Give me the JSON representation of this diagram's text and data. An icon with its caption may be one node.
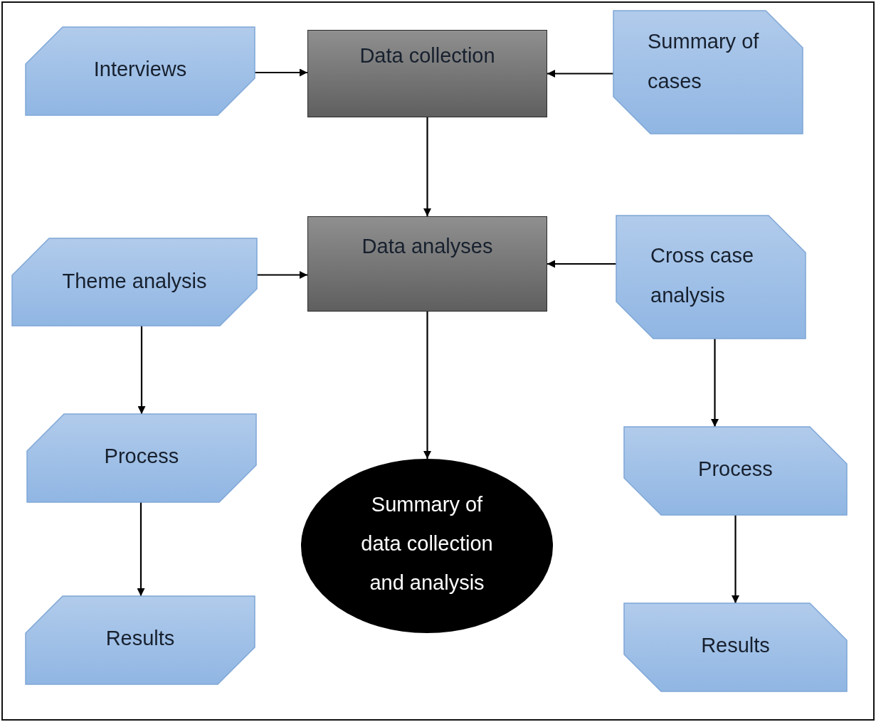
{
  "diagram": {
    "nodes": [
      {
        "text": [
          "Interviews"
        ]
      },
      {
        "text": [
          "Data collection"
        ]
      },
      {
        "text": [
          "Summary of cases"
        ]
      },
      {
        "text": [
          "Theme analysis"
        ]
      },
      {
        "text": [
          "Data analyses"
        ]
      },
      {
        "text": [
          "Cross case analysis"
        ]
      },
      {
        "text": [
          "Process"
        ]
      },
      {
        "text": [
          "Process"
        ]
      },
      {
        "text": [
          "Summary of data collection and analysis"
        ]
      },
      {
        "text": [
          "Results"
        ]
      },
      {
        "text": [
          "Results"
        ]
      }
    ],
    "edges": [
      {
        "from": 0,
        "to": 1,
        "arrow": "to"
      },
      {
        "from": 2,
        "to": 1,
        "arrow": "to"
      },
      {
        "from": 1,
        "to": 4,
        "arrow": "to"
      },
      {
        "from": 3,
        "to": 4,
        "arrow": "to"
      },
      {
        "from": 5,
        "to": 4,
        "arrow": "to"
      },
      {
        "from": 4,
        "to": 8,
        "arrow": "to"
      },
      {
        "from": 3,
        "to": 6,
        "arrow": "to"
      },
      {
        "from": 6,
        "to": 9,
        "arrow": "to"
      },
      {
        "from": 5,
        "to": 7,
        "arrow": "to"
      },
      {
        "from": 7,
        "to": 10,
        "arrow": "to"
      }
    ]
  }
}
